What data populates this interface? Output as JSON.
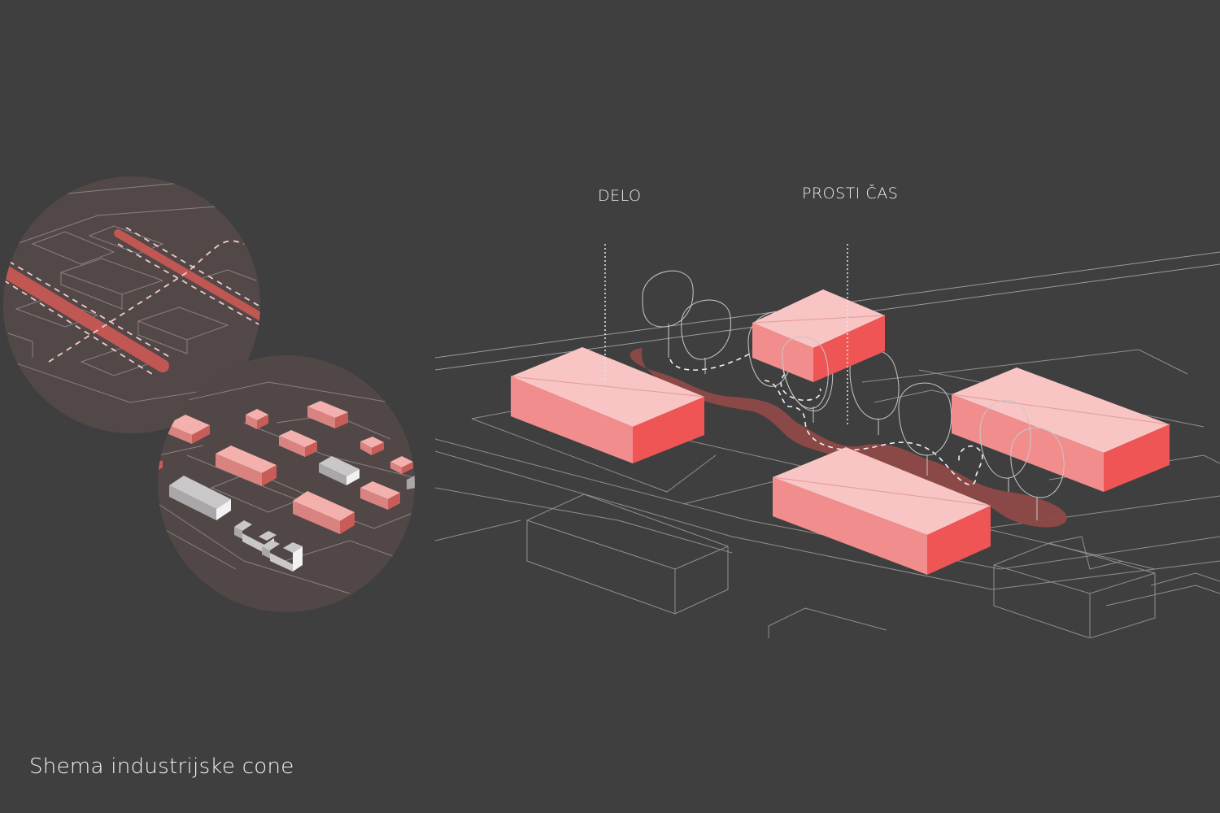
{
  "labels": {
    "work": "DELO",
    "leisure": "PROSTI ČAS"
  },
  "caption": "Shema industrijske cone",
  "colors": {
    "background": "#3f3f3f",
    "building_top": "#f9c4c4",
    "building_front": "#f28d8d",
    "building_side": "#ef5555",
    "park_path": "#8e4a47",
    "road_band": "#c05752",
    "circle_fill": "#524848",
    "grey_building": "#a9a7a7"
  }
}
